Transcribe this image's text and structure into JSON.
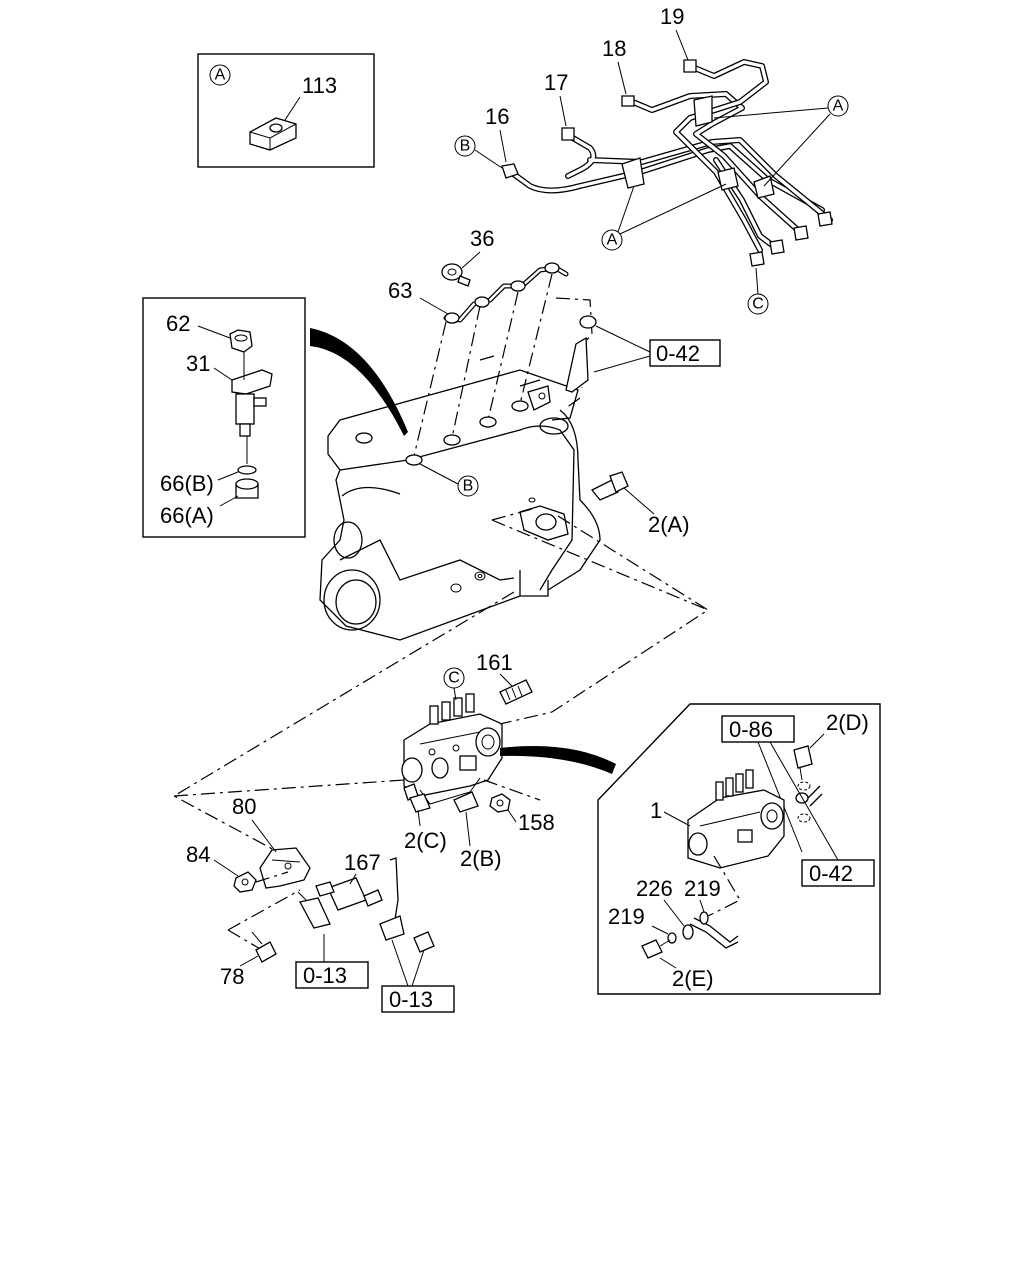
{
  "callouts": {
    "c_a_inset": "A",
    "c_a_pipes_top": "A",
    "c_a_pipes_bottom": "A",
    "c_b_pipe": "B",
    "c_b_engine": "B",
    "c_c_pipe": "C",
    "c_c_pump": "C"
  },
  "parts": {
    "p113": "113",
    "p19": "19",
    "p18": "18",
    "p17": "17",
    "p16": "16",
    "p36": "36",
    "p63": "63",
    "p62": "62",
    "p31": "31",
    "p66b": "66(B)",
    "p66a": "66(A)",
    "p2a": "2(A)",
    "p161": "161",
    "p80": "80",
    "p84": "84",
    "p167": "167",
    "p2c": "2(C)",
    "p2b": "2(B)",
    "p158": "158",
    "p78": "78",
    "p1": "1",
    "p2d": "2(D)",
    "p226": "226",
    "p219a": "219",
    "p219b": "219",
    "p2e": "2(E)"
  },
  "refs": {
    "r042_top": "0-42",
    "r086": "0-86",
    "r042_inset": "0-42",
    "r013_left": "0-13",
    "r013_right": "0-13"
  }
}
